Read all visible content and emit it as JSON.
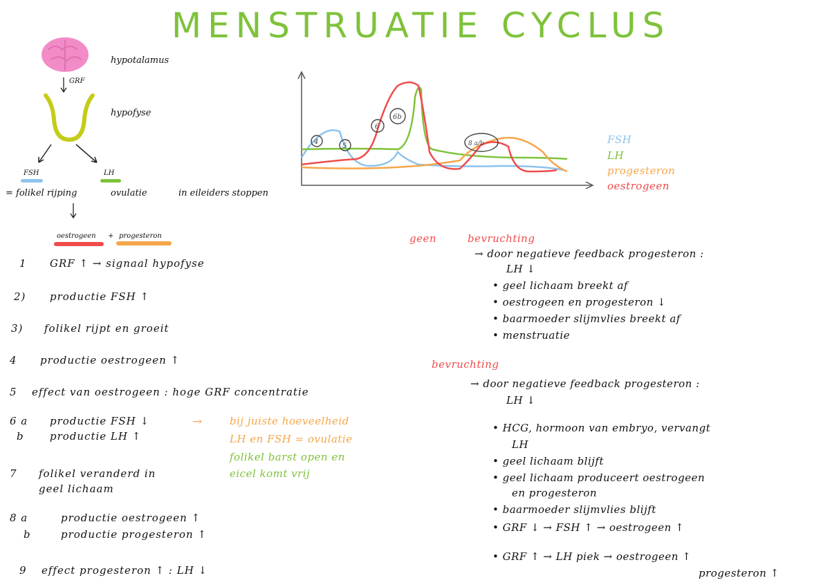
{
  "title": "MENSTRUATIE CYCLUS",
  "colors": {
    "title": "#7ec23a",
    "fsh": "#8cc3ec",
    "lh": "#7ec23a",
    "progesteron": "#f5a64a",
    "oestrogeen": "#ef4b4b",
    "brain": "#f28cc8",
    "hypofyse": "#c4cc1a"
  },
  "icons": [
    "brain-icon",
    "hypofyse-shape"
  ],
  "diagram": {
    "hypothalamus": "hypotalamus",
    "grf": "GRF",
    "hypofyse": "hypofyse",
    "fsh": "FSH",
    "lh": "LH",
    "fsh_effect": "= folikel rijping",
    "lh_effect": "ovulatie",
    "lh_effect2": "in eileiders stoppen",
    "hormones_a": "oestrogeen",
    "hormones_plus": "+",
    "hormones_b": "progesteron"
  },
  "legend": {
    "fsh": "FSH",
    "lh": "LH",
    "progesteron": "progesteron",
    "oestrogeen": "oestrogeen"
  },
  "chart_markers": [
    "4",
    "5",
    "6",
    "6b",
    "8 a/b"
  ],
  "steps": [
    {
      "num": "1",
      "text": "GRF ↑ → signaal hypofyse"
    },
    {
      "num": "2)",
      "text": "productie FSH ↑"
    },
    {
      "num": "3)",
      "text": "folikel rijpt en groeit"
    },
    {
      "num": "4",
      "text": "productie oestrogeen ↑"
    },
    {
      "num": "5",
      "text": "effect van oestrogeen :  hoge GRF concentratie"
    },
    {
      "num": "6 a",
      "text": "productie FSH ↓"
    },
    {
      "num": "b",
      "text": "productie LH ↑"
    },
    {
      "num": "7",
      "text": "folikel veranderd in"
    },
    {
      "num": "",
      "text": "geel lichaam"
    },
    {
      "num": "8 a",
      "text": "productie oestrogeen ↑"
    },
    {
      "num": "b",
      "text": "productie progesteron ↑"
    },
    {
      "num": "9",
      "text": "effect progesteron ↑ : LH ↓"
    }
  ],
  "ovulation_note": {
    "arrow": "→",
    "line1": "bij juiste hoeveelheid",
    "line2": "LH en FSH = ovulatie",
    "line3": "folikel barst open en",
    "line4": "eicel komt vrij"
  },
  "geen": {
    "label_a": "geen",
    "label_b": "bevruchting",
    "items": [
      "→ door negatieve feedback progesteron :",
      "LH ↓",
      "• geel lichaam breekt af",
      "• oestrogeen en progesteron ↓",
      "• baarmoeder slijmvlies breekt af",
      "• menstruatie"
    ]
  },
  "wel": {
    "label": "bevruchting",
    "items": [
      "→ door negatieve feedback progesteron :",
      "LH ↓",
      "• HCG, hormoon van embryo, vervangt",
      "LH",
      "• geel lichaam blijft",
      "• geel lichaam produceert oestrogeen",
      "en progesteron",
      "• baarmoeder slijmvlies blijft",
      "• GRF ↓  → FSH ↑ → oestrogeen ↑",
      "• GRF ↑  → LH piek → oestrogeen ↑",
      "progesteron ↑"
    ]
  }
}
